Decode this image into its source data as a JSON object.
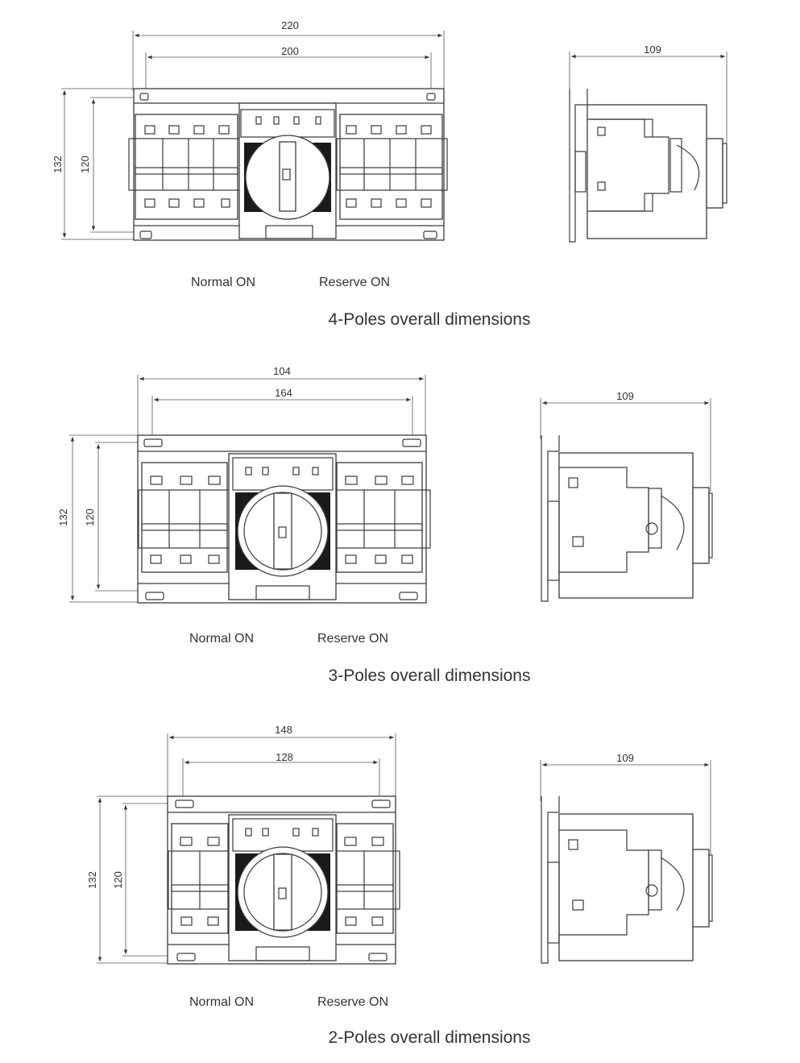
{
  "sections": [
    {
      "id": "4p",
      "caption": "4-Poles overall dimensions",
      "dim_total_width": "220",
      "dim_inner_width": "200",
      "dim_total_height": "132",
      "dim_inner_height": "120",
      "dim_depth": "109",
      "label_normal": "Normal ON",
      "label_reserve": "Reserve ON"
    },
    {
      "id": "3p",
      "caption": "3-Poles overall dimensions",
      "dim_total_width": "104",
      "dim_inner_width": "164",
      "dim_total_height": "132",
      "dim_inner_height": "120",
      "dim_depth": "109",
      "label_normal": "Normal ON",
      "label_reserve": "Reserve ON"
    },
    {
      "id": "2p",
      "caption": "2-Poles overall dimensions",
      "dim_total_width": "148",
      "dim_inner_width": "128",
      "dim_total_height": "132",
      "dim_inner_height": "120",
      "dim_depth": "109",
      "label_normal": "Normal ON",
      "label_reserve": "Reserve ON"
    }
  ]
}
